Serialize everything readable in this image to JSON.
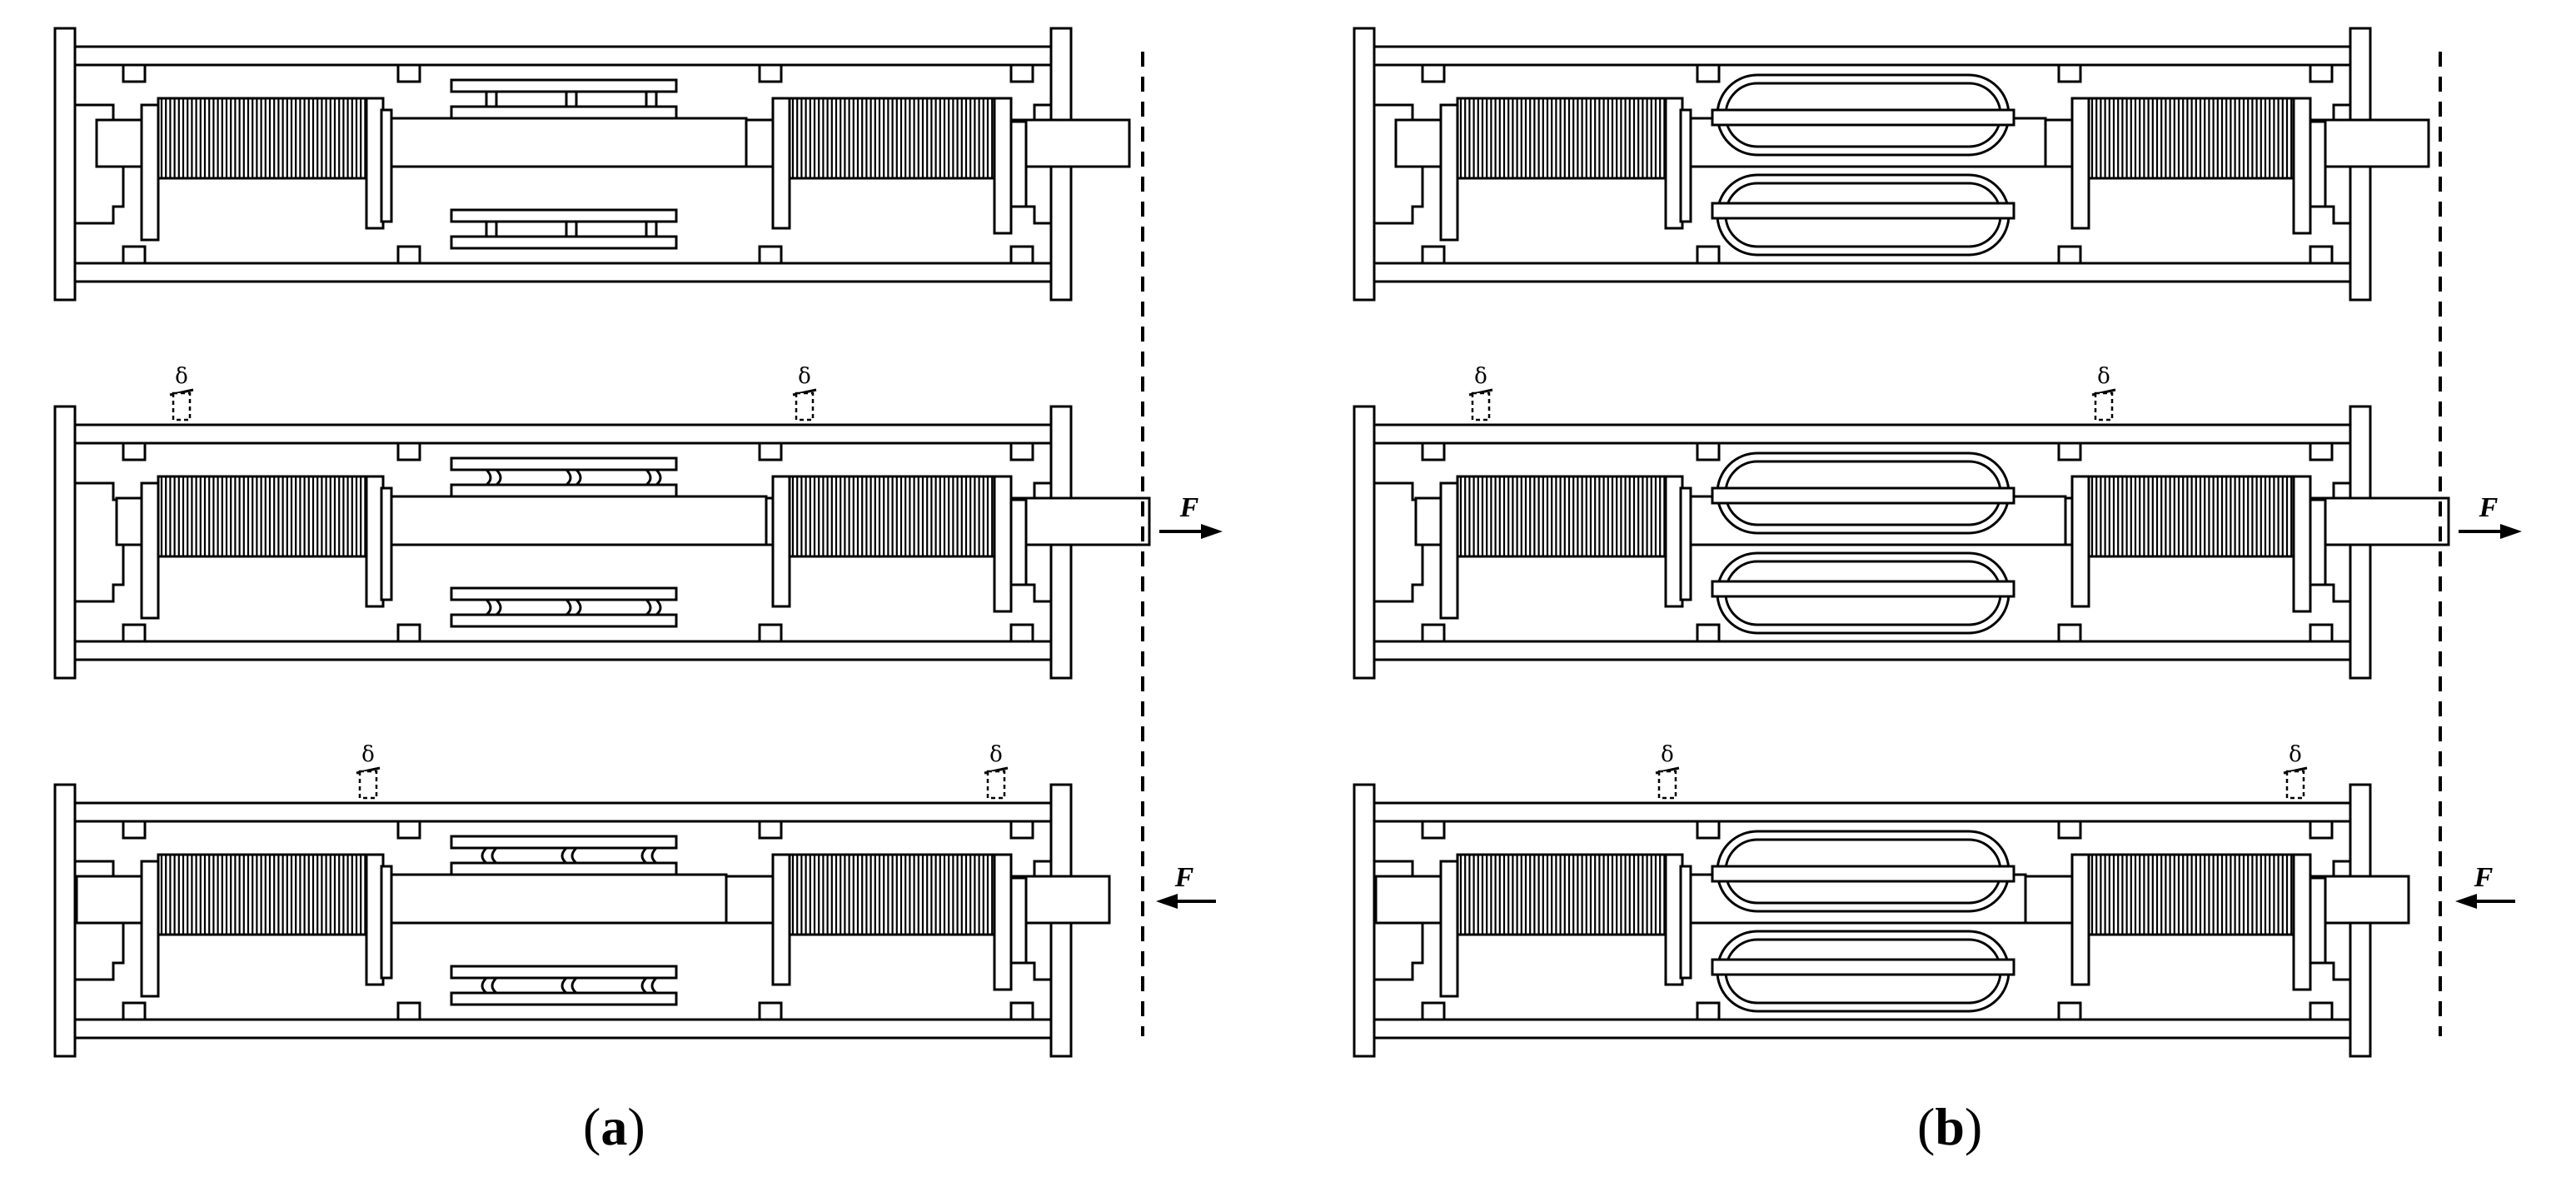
{
  "colors": {
    "stroke": "#000000",
    "background": "#ffffff"
  },
  "panels": [
    {
      "caption_open": "(",
      "caption_letter": "a",
      "caption_close": ")",
      "spring_kind": "disc-springs",
      "rows": [
        {
          "state": "initial",
          "delta_labels": [],
          "force_label": "",
          "force_dir": ""
        },
        {
          "state": "tension",
          "delta_labels": [
            "δ",
            "δ"
          ],
          "force_label": "F",
          "force_dir": "right"
        },
        {
          "state": "compression",
          "delta_labels": [
            "δ",
            "δ"
          ],
          "force_label": "F",
          "force_dir": "left"
        }
      ]
    },
    {
      "caption_open": "(",
      "caption_letter": "b",
      "caption_close": ")",
      "spring_kind": "ring-springs",
      "rows": [
        {
          "state": "initial",
          "delta_labels": [],
          "force_label": "",
          "force_dir": ""
        },
        {
          "state": "tension",
          "delta_labels": [
            "δ",
            "δ"
          ],
          "force_label": "F",
          "force_dir": "right"
        },
        {
          "state": "compression",
          "delta_labels": [
            "δ",
            "δ"
          ],
          "force_label": "F",
          "force_dir": "left"
        }
      ]
    }
  ]
}
